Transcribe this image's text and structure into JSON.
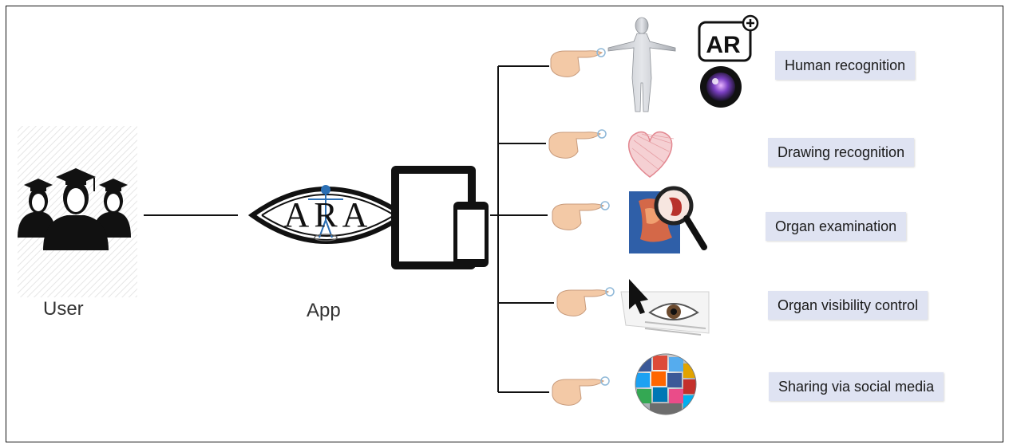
{
  "labels": {
    "user": "User",
    "app": "App",
    "logo_text": "ARA",
    "ar_badge": "AR"
  },
  "features": [
    {
      "label": "Human recognition",
      "icon": "human-body-icon"
    },
    {
      "label": "Drawing recognition",
      "icon": "heart-drawing-icon"
    },
    {
      "label": "Organ examination",
      "icon": "magnifier-kidney-icon"
    },
    {
      "label": "Organ visibility control",
      "icon": "eye-cursor-icon"
    },
    {
      "label": "Sharing via social media",
      "icon": "social-globe-icon"
    }
  ],
  "colors": {
    "label_bg": "#dfe3f2",
    "lines": "#111111",
    "user_icon": "#111111",
    "hand_skin": "#f3c9a6"
  }
}
